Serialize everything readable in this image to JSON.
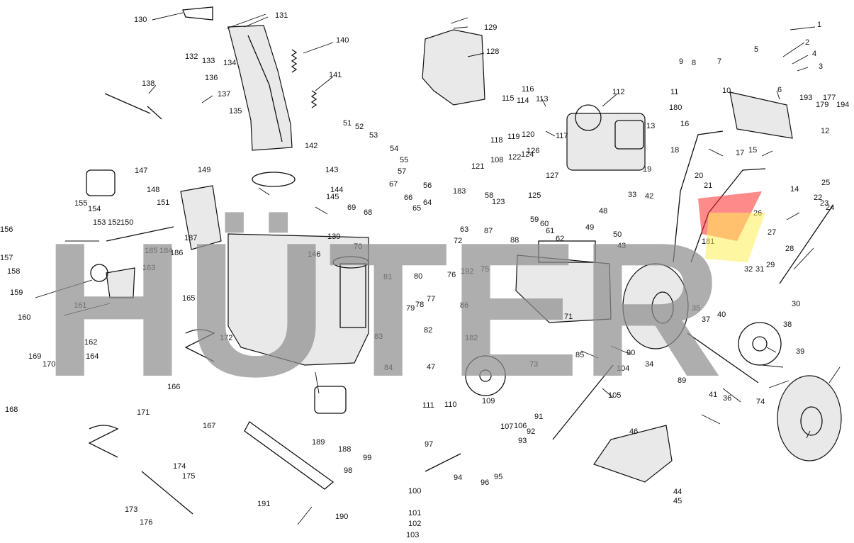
{
  "diagram": {
    "title": "",
    "watermark": "HÜTER",
    "accent_colors": {
      "watermark_gray": "#8f8f8f",
      "logo_red": "#ff2a2a",
      "logo_yellow": "#ffef55"
    },
    "callouts": [
      "1",
      "2",
      "3",
      "4",
      "5",
      "6",
      "7",
      "8",
      "9",
      "10",
      "11",
      "12",
      "13",
      "14",
      "15",
      "16",
      "17",
      "18",
      "19",
      "20",
      "21",
      "22",
      "23",
      "24",
      "25",
      "26",
      "27",
      "28",
      "29",
      "30",
      "31",
      "32",
      "33",
      "34",
      "35",
      "36",
      "37",
      "38",
      "39",
      "40",
      "41",
      "42",
      "43",
      "44",
      "45",
      "46",
      "47",
      "48",
      "49",
      "50",
      "51",
      "52",
      "53",
      "54",
      "55",
      "56",
      "57",
      "58",
      "59",
      "60",
      "61",
      "62",
      "63",
      "64",
      "65",
      "66",
      "67",
      "68",
      "69",
      "70",
      "71",
      "72",
      "73",
      "74",
      "75",
      "76",
      "77",
      "78",
      "79",
      "80",
      "81",
      "82",
      "83",
      "84",
      "85",
      "86",
      "87",
      "88",
      "89",
      "90",
      "91",
      "92",
      "93",
      "94",
      "95",
      "96",
      "97",
      "98",
      "99",
      "100",
      "101",
      "102",
      "103",
      "104",
      "105",
      "106",
      "107",
      "108",
      "109",
      "110",
      "111",
      "112",
      "113",
      "114",
      "115",
      "116",
      "117",
      "118",
      "119",
      "120",
      "121",
      "122",
      "123",
      "124",
      "125",
      "126",
      "127",
      "128",
      "129",
      "130",
      "131",
      "132",
      "133",
      "134",
      "135",
      "136",
      "137",
      "138",
      "139",
      "140",
      "141",
      "142",
      "143",
      "144",
      "145",
      "146",
      "147",
      "148",
      "149",
      "150",
      "151",
      "152",
      "153",
      "154",
      "155",
      "156",
      "157",
      "158",
      "159",
      "160",
      "161",
      "162",
      "163",
      "164",
      "165",
      "166",
      "167",
      "168",
      "169",
      "170",
      "171",
      "172",
      "173",
      "174",
      "175",
      "176",
      "177",
      "179",
      "180",
      "181",
      "182",
      "183",
      "184",
      "185",
      "186",
      "187",
      "188",
      "189",
      "190",
      "191",
      "192",
      "193",
      "194"
    ]
  }
}
